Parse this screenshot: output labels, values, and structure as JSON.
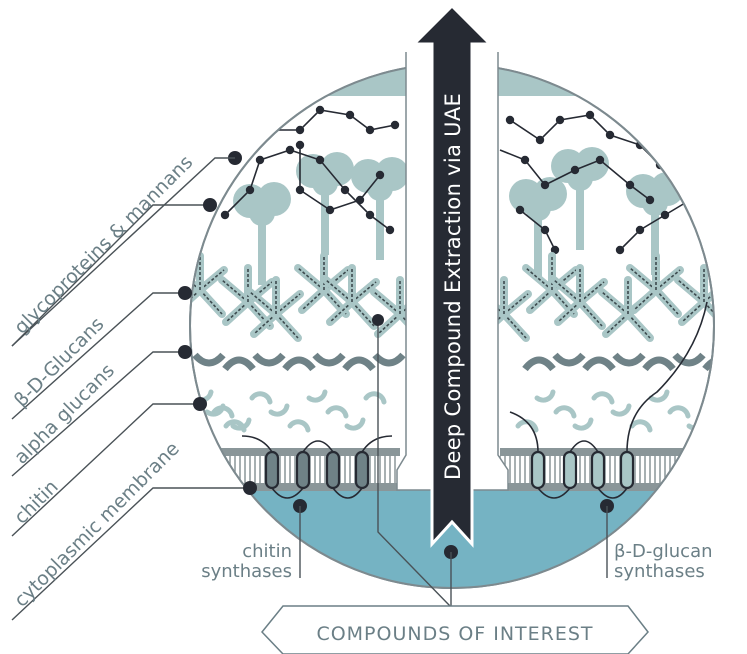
{
  "arrow": {
    "label": "Deep Compound Extraction via UAE",
    "color": "#262a33"
  },
  "layers": [
    {
      "id": "glycoproteins",
      "label": "glycoproteins & mannans"
    },
    {
      "id": "beta-glucans",
      "label": "β-D-Glucans"
    },
    {
      "id": "alpha-glucans",
      "label": "alpha glucans"
    },
    {
      "id": "chitin",
      "label": "chitin"
    },
    {
      "id": "membrane",
      "label": "cytoplasmic membrane"
    }
  ],
  "synthases": {
    "left": {
      "line1": "chitin",
      "line2": "synthases"
    },
    "right": {
      "line1": "β-D-glucan",
      "line2": "synthases"
    }
  },
  "output_box": {
    "label": "COMPOUNDS OF INTEREST"
  },
  "colors": {
    "outline": "#7d8a8f",
    "pale_teal": "#a9c6c6",
    "slate": "#6f8287",
    "dark": "#262a33",
    "cytoplasm": "#75b3c3",
    "text": "#6b7f86"
  }
}
